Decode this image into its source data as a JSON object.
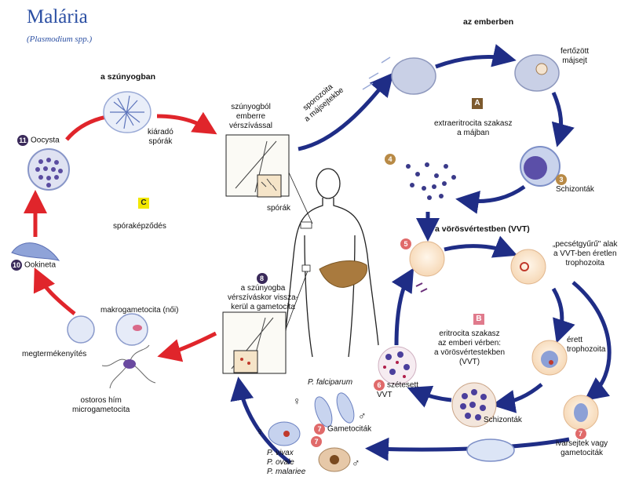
{
  "title": "Malária",
  "subtitle": "(Plasmodium spp.)",
  "sections": {
    "mosquito": "a szúnyogban",
    "human": "az emberben",
    "rbc": "a vörösvértestben (VVT)"
  },
  "stage_letters": {
    "A": "A",
    "B": "B",
    "C": "C"
  },
  "stage_texts": {
    "A_line1": "extraeritrocita szakasz",
    "A_line2": "a májban",
    "B_line1": "eritrocita szakasz",
    "B_line2": "az emberi vérben:",
    "B_line3": "a vörösvértestekben",
    "B_line4": "(VVT)",
    "C": "spóraképződés"
  },
  "numbers": {
    "n3": "3",
    "n4": "4",
    "n5": "5",
    "n6": "6",
    "n7a": "7",
    "n7b": "7",
    "n7c": "7",
    "n8": "8",
    "n10": "10",
    "n11": "11"
  },
  "labels": {
    "oocysta": "Oocysta",
    "ookineta": "Ookineta",
    "kiarado_1": "kiáradó",
    "kiarado_2": "spórák",
    "szunyogbol_1": "szúnyogból",
    "szunyogbol_2": "emberre",
    "szunyogbol_3": "vérszívással",
    "sporozoita_1": "sporozoita",
    "sporozoita_2": "a májsejtekbe",
    "fertozott_1": "fertőzött",
    "fertozott_2": "májsejt",
    "schizontak_liver": "Schizonták",
    "sporak": "spórák",
    "vissza_1": "a szúnyogba",
    "vissza_2": "vérszíváskor vissza-",
    "vissza_3": "kerül a gametocita",
    "makro": "makrogametocita (női)",
    "megterm": "megtermékenyítés",
    "ostoros_1": "ostoros hím",
    "ostoros_2": "microgametocita",
    "pecset_1": "„pecsétgyűrű\" alak",
    "pecset_2": "a VVT-ben éretlen",
    "pecset_3": "trophozoita",
    "erett_1": "érett",
    "erett_2": "trophozoita",
    "szetesett_1": "szétesett",
    "szetesett_2": "VVT",
    "schizontak_rbc": "Schizonták",
    "ivar_1": "ivarsejtek vagy",
    "ivar_2": "gametociták",
    "gametocitak": "Gametociták",
    "pfalc": "P. falciparum",
    "pvivax": "P. vivax",
    "povale": "P. ovale",
    "pmal": "P. malariee",
    "female1": "♀",
    "male1": "♂",
    "female2": "♀",
    "male2": "♂"
  },
  "colors": {
    "red_arrow": "#e0252b",
    "blue_arrow": "#1f2d86",
    "title": "#2b4fa3",
    "liver": "#a97a3e",
    "cell": "#fbe9d4"
  }
}
